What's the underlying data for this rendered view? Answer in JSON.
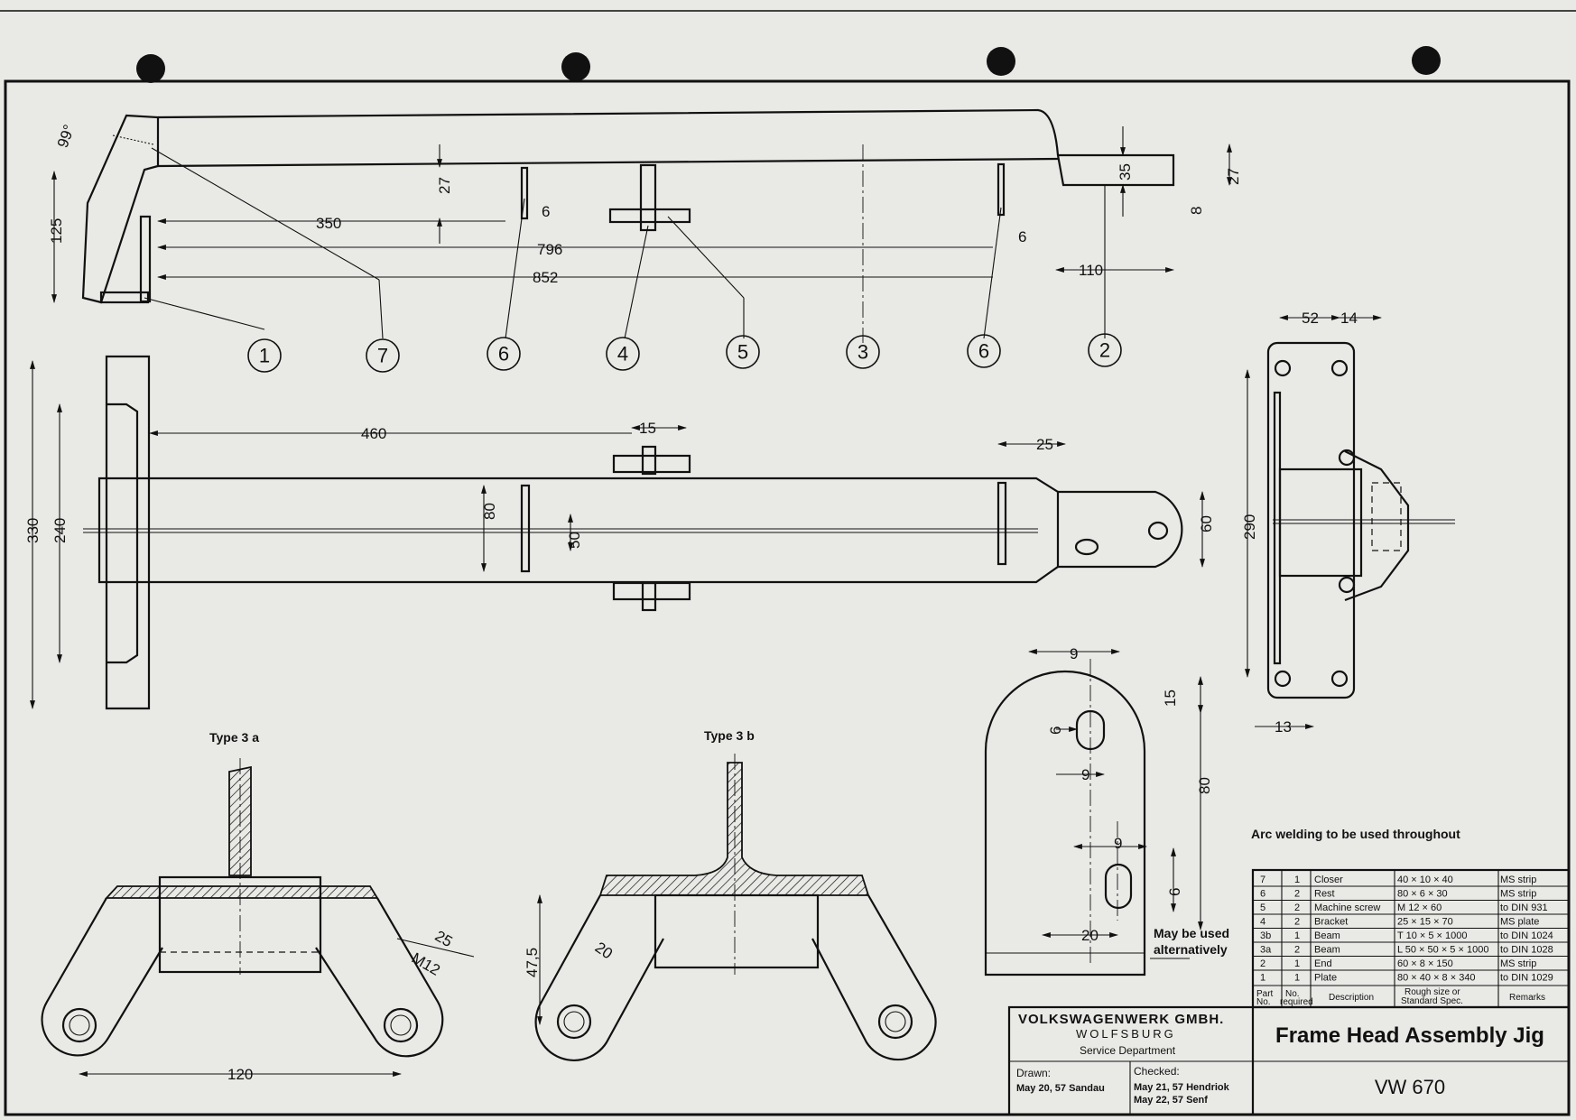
{
  "sheet": {
    "paper": "#e9e9e6",
    "ink": "#111111"
  },
  "bubbles": [
    {
      "id": "b1",
      "label": "1"
    },
    {
      "id": "b7",
      "label": "7"
    },
    {
      "id": "b6a",
      "label": "6"
    },
    {
      "id": "b4",
      "label": "4"
    },
    {
      "id": "b5",
      "label": "5"
    },
    {
      "id": "b3",
      "label": "3"
    },
    {
      "id": "b6b",
      "label": "6"
    },
    {
      "id": "b2",
      "label": "2"
    }
  ],
  "dims": {
    "angle": "99°",
    "d125": "125",
    "d27a": "27",
    "d350": "350",
    "d6a": "6",
    "d796": "796",
    "d852": "852",
    "d6b": "6",
    "d35": "35",
    "d27b": "27",
    "d8": "8",
    "d110": "110",
    "d330": "330",
    "d240": "240",
    "d460": "460",
    "d15": "15",
    "d80": "80",
    "d50": "50",
    "d25": "25",
    "d60": "60",
    "d52": "52",
    "d14": "14",
    "d290": "290",
    "d13": "13",
    "e9a": "9",
    "e15": "15",
    "e6a": "6",
    "e9b": "9",
    "e80": "80",
    "e9c": "9",
    "e6b": "6",
    "e20": "20",
    "t25": "25",
    "tM12": "M12",
    "t120": "120",
    "t47": "47,5",
    "t20": "20"
  },
  "labels": {
    "type3a": "Type 3 a",
    "type3b": "Type 3 b"
  },
  "notes": {
    "arc_welding": "Arc welding to be used throughout",
    "alternative": [
      "May be used",
      "alternatively"
    ]
  },
  "parts_table": {
    "rows": [
      {
        "part": "7",
        "qty": "1",
        "desc": "Closer",
        "size": "40 × 10 × 40",
        "remarks": "MS strip"
      },
      {
        "part": "6",
        "qty": "2",
        "desc": "Rest",
        "size": "80 × 6 × 30",
        "remarks": "MS strip"
      },
      {
        "part": "5",
        "qty": "2",
        "desc": "Machine screw",
        "size": "M 12 × 60",
        "remarks": "to DIN 931"
      },
      {
        "part": "4",
        "qty": "2",
        "desc": "Bracket",
        "size": "25 × 15 × 70",
        "remarks": "MS plate"
      },
      {
        "part": "3b",
        "qty": "1",
        "desc": "Beam",
        "size": "T 10 × 5 × 1000",
        "remarks": "to DIN 1024"
      },
      {
        "part": "3a",
        "qty": "2",
        "desc": "Beam",
        "size": "L 50 × 50 × 5 × 1000",
        "remarks": "to DIN 1028"
      },
      {
        "part": "2",
        "qty": "1",
        "desc": "End",
        "size": "60 × 8 × 150",
        "remarks": "MS strip"
      },
      {
        "part": "1",
        "qty": "1",
        "desc": "Plate",
        "size": "80 × 40 × 8 × 340",
        "remarks": "to DIN 1029"
      }
    ],
    "header": {
      "part_no": [
        "Part",
        "No."
      ],
      "no_req": [
        "No.",
        "required"
      ],
      "desc": "Description",
      "size": [
        "Rough size or",
        "Standard Spec."
      ],
      "remarks": "Remarks"
    }
  },
  "title_block": {
    "company": "VOLKSWAGENWERK GMBH.",
    "city": "WOLFSBURG",
    "dept": "Service Department",
    "drawn_label": "Drawn:",
    "drawn_value": "May 20, 57 Sandau",
    "checked_label": "Checked:",
    "checked_values": [
      "May 21, 57  Hendriok",
      "May 22, 57  Senf"
    ],
    "title": "Frame Head Assembly Jig",
    "number": "VW 670"
  }
}
